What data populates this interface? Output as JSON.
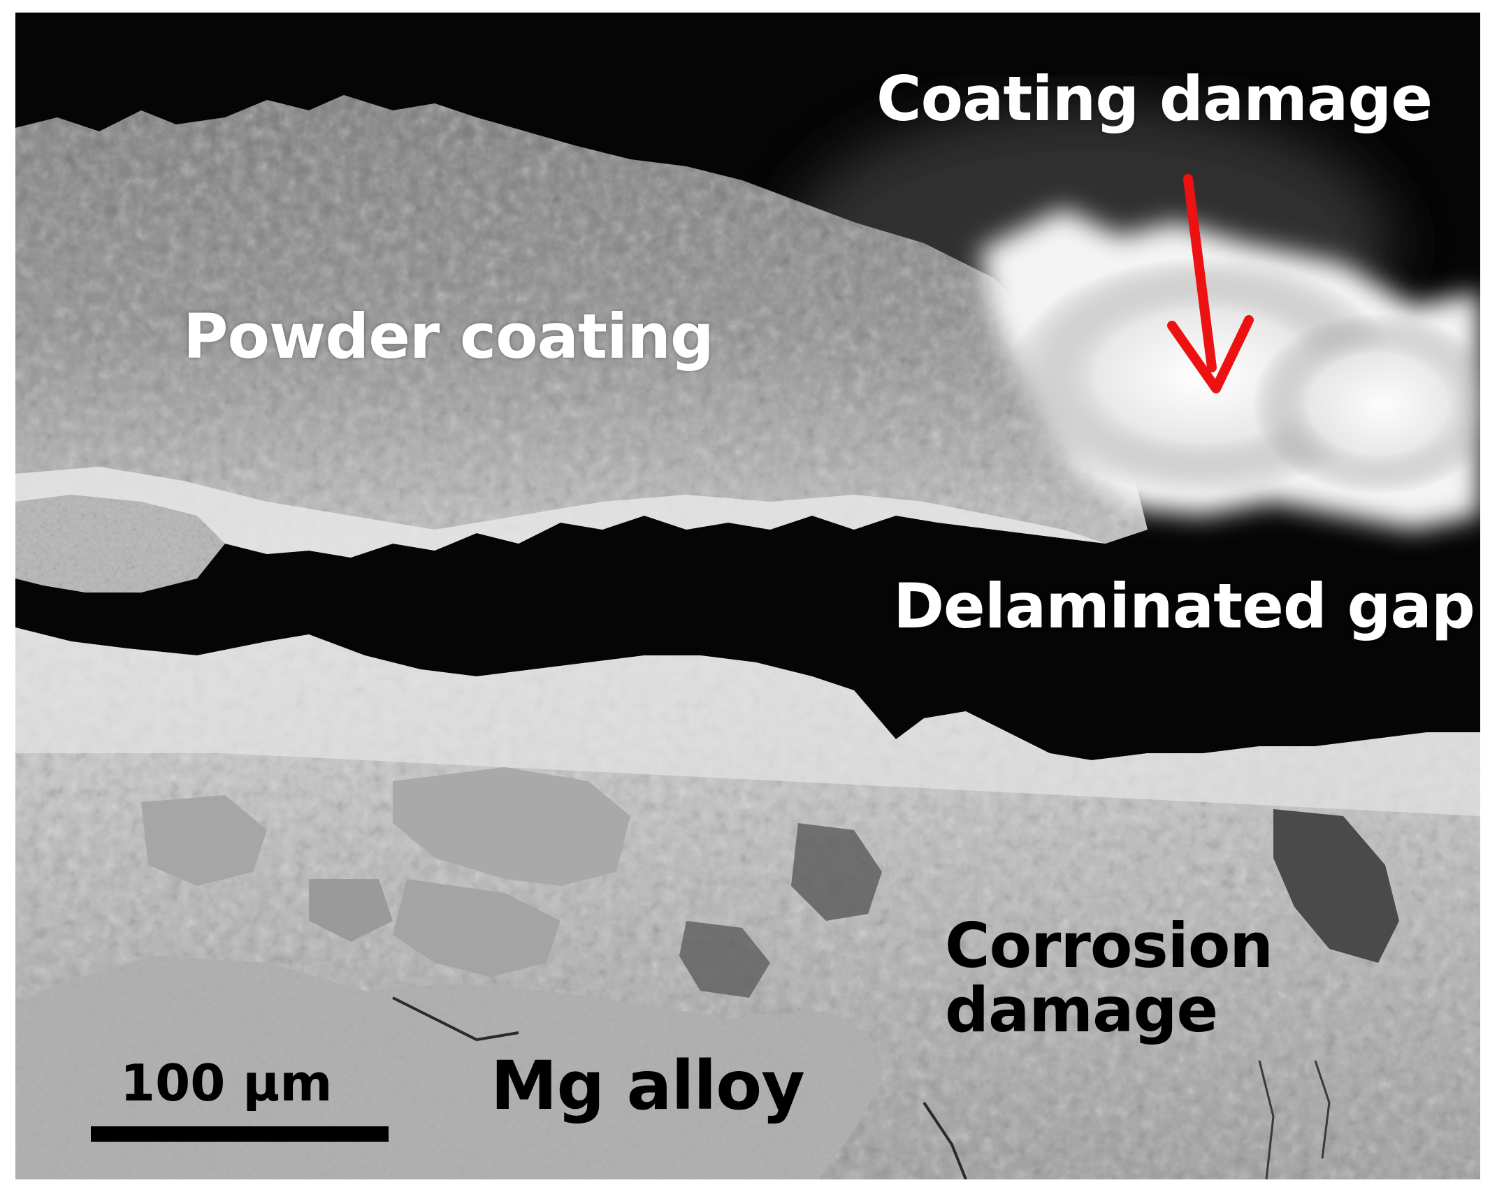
{
  "image": {
    "kind": "SEM cross-section micrograph",
    "colors": {
      "background_gap": "#050505",
      "arrow": "#ee1111",
      "label_light": "#ffffff",
      "label_dark": "#000000"
    }
  },
  "labels": {
    "coating_damage": "Coating damage",
    "powder_coating": "Powder coating",
    "delaminated_gap": "Delaminated gap",
    "corrosion_line1": "Corrosion",
    "corrosion_line2": "damage",
    "mg_alloy": "Mg alloy"
  },
  "scale_bar": {
    "label": "100 μm",
    "value": 100,
    "unit": "μm"
  },
  "annotation": {
    "arrow_icon": "arrow-down-icon",
    "arrow_color": "#ee1111"
  }
}
